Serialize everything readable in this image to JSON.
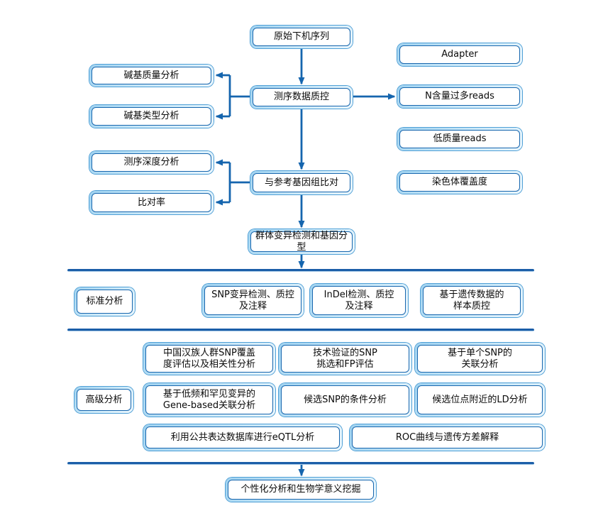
{
  "diagram": {
    "type": "flowchart",
    "language": "zh-CN",
    "colors": {
      "arrow": "#1565AE",
      "divider": "#1B5EA8",
      "box_border_dark": "#1766AE",
      "box_border_light": "#4E9FD6",
      "box_highlight": "#9FD2F0",
      "text": "#0a0a0a",
      "background": "#ffffff"
    },
    "nodes": {
      "raw": "原始下机序列",
      "seq_qc": "测序数据质控",
      "adapter": "Adapter",
      "base_quality": "碱基质量分析",
      "base_type": "碱基类型分析",
      "n_reads": "N含量过多reads",
      "low_quality": "低质量reads",
      "align_ref": "与参考基因组比对",
      "depth": "测序深度分析",
      "map_rate": "比对率",
      "chrom_cov": "染色体覆盖度",
      "pop_variant": "群体变异检测和基因分型",
      "final": "个性化分析和生物学意义挖掘"
    },
    "sections": {
      "standard": {
        "label": "标准分析",
        "items": [
          "SNP变异检测、质控\n及注释",
          "InDel检测、质控\n及注释",
          "基于遗传数据的\n样本质控"
        ]
      },
      "advanced": {
        "label": "高级分析",
        "items": [
          "中国汉族人群SNP覆盖\n度评估以及相关性分析",
          "技术验证的SNP\n挑选和FP评估",
          "基于单个SNP的\n关联分析",
          "基于低频和罕见变异的\nGene-based关联分析",
          "候选SNP的条件分析",
          "候选位点附近的LD分析",
          "利用公共表达数据库进行eQTL分析",
          "ROC曲线与遗传方差解释"
        ]
      }
    }
  }
}
